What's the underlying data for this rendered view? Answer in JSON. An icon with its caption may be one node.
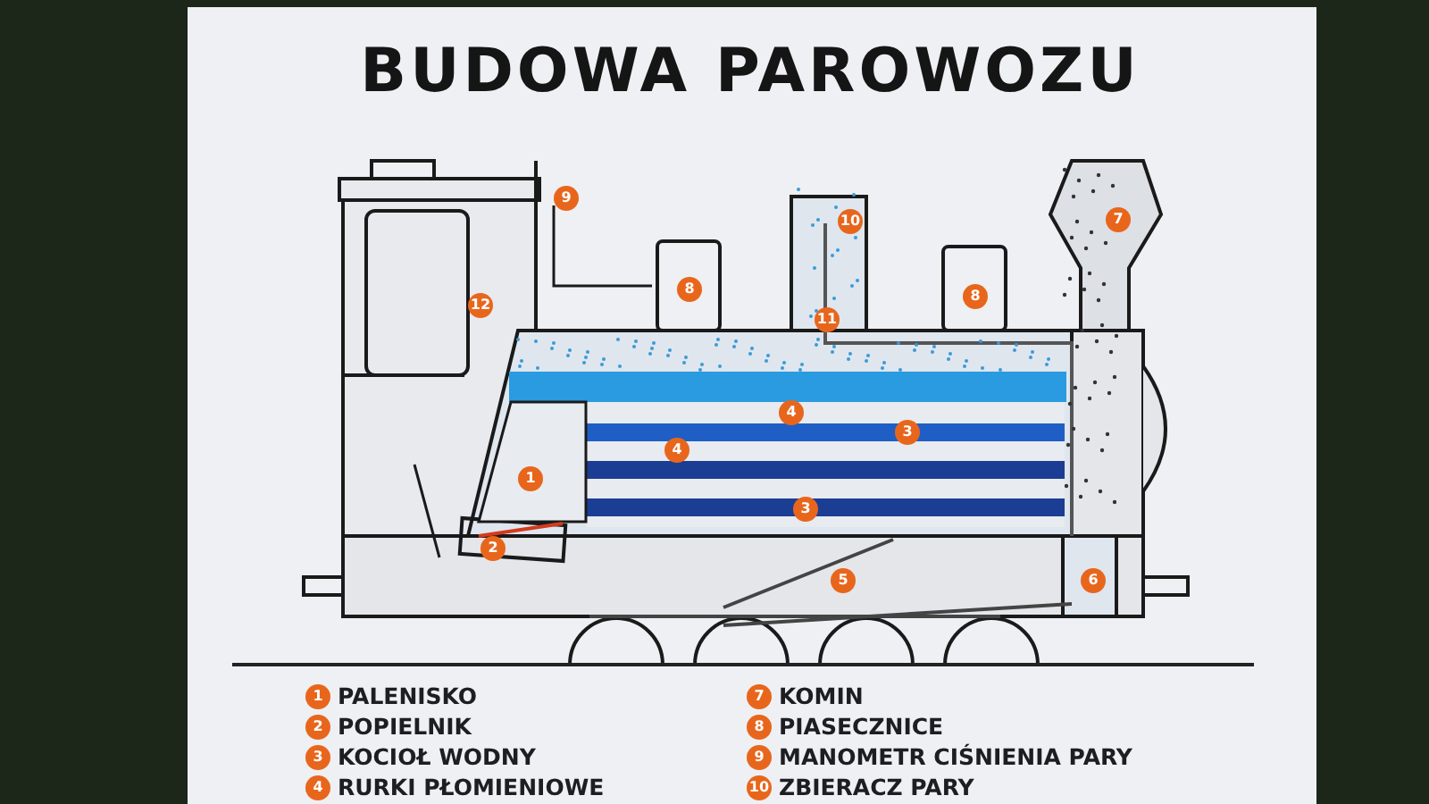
{
  "diagram": {
    "title": "BUDOWA PAROWOZU",
    "labels": [
      "9",
      "10",
      "7",
      "12",
      "8",
      "11",
      "8",
      "4",
      "3",
      "1",
      "4",
      "3",
      "2",
      "5",
      "6",
      "1",
      "PALENISKO",
      "7",
      "KOMIN",
      "2",
      "POPIELNIK",
      "8",
      "PIASECZNICE",
      "3",
      "KOCIOŁ WODNY",
      "9",
      "MANOMETR CIŚNIENIA PARY",
      "4",
      "RURKI PŁOMIENIOWE",
      "10",
      "ZBIERACZ PARY"
    ]
  }
}
